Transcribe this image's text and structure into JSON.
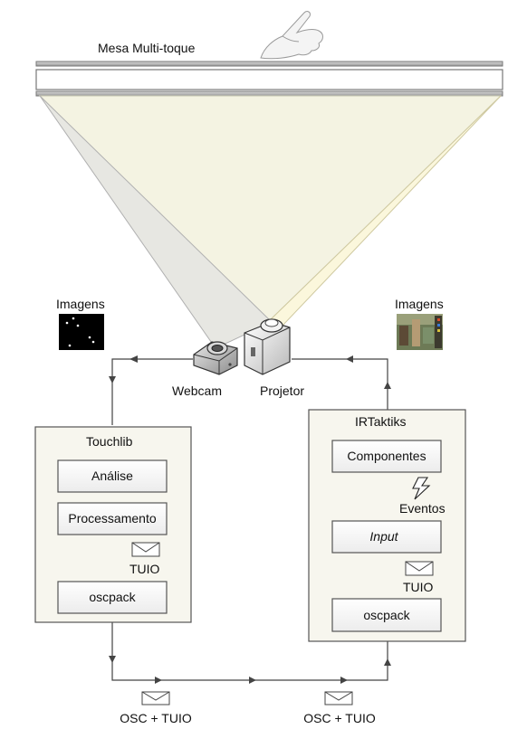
{
  "table": {
    "label": "Mesa Multi-toque"
  },
  "images_left": {
    "label": "Imagens"
  },
  "images_right": {
    "label": "Imagens"
  },
  "webcam": {
    "label": "Webcam"
  },
  "projector": {
    "label": "Projetor"
  },
  "touchlib": {
    "title": "Touchlib",
    "boxes": [
      "Análise",
      "Processamento",
      "oscpack"
    ],
    "tuio_label": "TUIO"
  },
  "irtaktiks": {
    "title": "IRTaktiks",
    "boxes": [
      "Componentes",
      "Input",
      "oscpack"
    ],
    "events_label": "Eventos",
    "tuio_label": "TUIO"
  },
  "bottom": {
    "left_label": "OSC + TUIO",
    "right_label": "OSC + TUIO"
  }
}
